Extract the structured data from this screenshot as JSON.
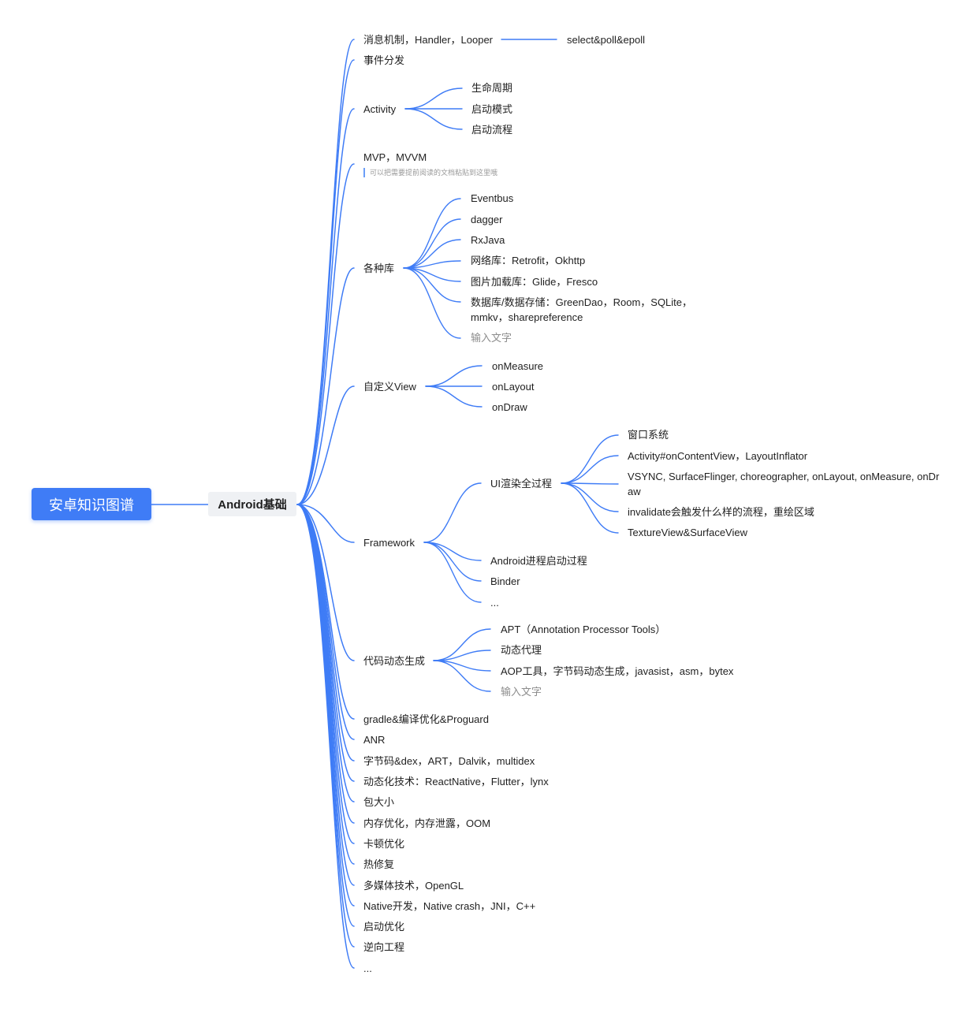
{
  "root": "安卓知识图谱",
  "main": "Android基础",
  "note": "可以把需要提前阅读的文档粘贴到这里哦",
  "colors": {
    "line": "#3f7cf6",
    "root_bg": "#3f7cf6",
    "branch_bg": "#eff1f4",
    "placeholder": "#8c8c8c"
  },
  "topics": [
    {
      "label": "消息机制，Handler，Looper",
      "children": [
        {
          "label": "select&poll&epoll"
        }
      ]
    },
    {
      "label": "事件分发"
    },
    {
      "label": "Activity",
      "children": [
        {
          "label": "生命周期"
        },
        {
          "label": "启动模式"
        },
        {
          "label": "启动流程"
        }
      ]
    },
    {
      "label": "MVP，MVVM"
    },
    {
      "label": "各种库",
      "children": [
        {
          "label": "Eventbus"
        },
        {
          "label": "dagger"
        },
        {
          "label": "RxJava"
        },
        {
          "label": "网络库：Retrofit，Okhttp"
        },
        {
          "label": "图片加载库：Glide，Fresco"
        },
        {
          "label": "数据库/数据存储：GreenDao，Room，SQLite，mmkv，sharepreference"
        },
        {
          "label": "输入文字"
        }
      ]
    },
    {
      "label": "自定义View",
      "children": [
        {
          "label": "onMeasure"
        },
        {
          "label": "onLayout"
        },
        {
          "label": "onDraw"
        }
      ]
    },
    {
      "label": "Framework",
      "children": [
        {
          "label": "UI渲染全过程",
          "children": [
            {
              "label": "窗口系统"
            },
            {
              "label": "Activity#onContentView，LayoutInflator"
            },
            {
              "label": "VSYNC, SurfaceFlinger, choreographer, onLayout, onMeasure, onDraw"
            },
            {
              "label": "invalidate会触发什么样的流程，重绘区域"
            },
            {
              "label": "TextureView&SurfaceView"
            }
          ]
        },
        {
          "label": "Android进程启动过程"
        },
        {
          "label": "Binder"
        },
        {
          "label": "..."
        }
      ]
    },
    {
      "label": "代码动态生成",
      "children": [
        {
          "label": "APT（Annotation Processor Tools）"
        },
        {
          "label": "动态代理"
        },
        {
          "label": "AOP工具，字节码动态生成，javasist，asm，bytex"
        },
        {
          "label": "输入文字"
        }
      ]
    },
    {
      "label": "gradle&编译优化&Proguard"
    },
    {
      "label": "ANR"
    },
    {
      "label": "字节码&dex，ART，Dalvik，multidex"
    },
    {
      "label": "动态化技术：ReactNative，Flutter，lynx"
    },
    {
      "label": "包大小"
    },
    {
      "label": "内存优化，内存泄露，OOM"
    },
    {
      "label": "卡顿优化"
    },
    {
      "label": "热修复"
    },
    {
      "label": "多媒体技术，OpenGL"
    },
    {
      "label": "Native开发，Native crash，JNI，C++"
    },
    {
      "label": "启动优化"
    },
    {
      "label": "逆向工程"
    },
    {
      "label": "..."
    }
  ]
}
